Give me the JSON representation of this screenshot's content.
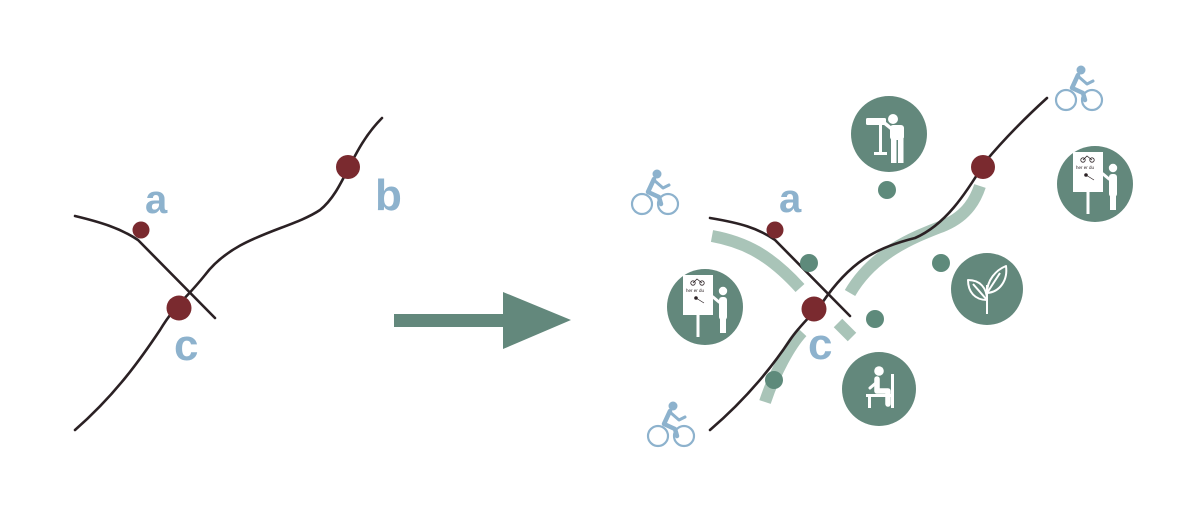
{
  "colors": {
    "road": "#2b2124",
    "node": "#7a2a2f",
    "label": "#8db2cd",
    "teal": "#63887c",
    "path_light": "#a9c4b8",
    "dot": "#5e8a7b",
    "bike": "#8db2cd",
    "white": "#ffffff"
  },
  "left": {
    "labels": {
      "a": "a",
      "b": "b",
      "c": "c"
    }
  },
  "right": {
    "labels": {
      "a": "a",
      "c": "c"
    },
    "sign_text": "her er du"
  },
  "icons": [
    "bicycle-icon",
    "binoculars-viewpoint-icon",
    "information-board-icon",
    "leaf-icon",
    "bench-rest-icon",
    "arrow-icon"
  ]
}
